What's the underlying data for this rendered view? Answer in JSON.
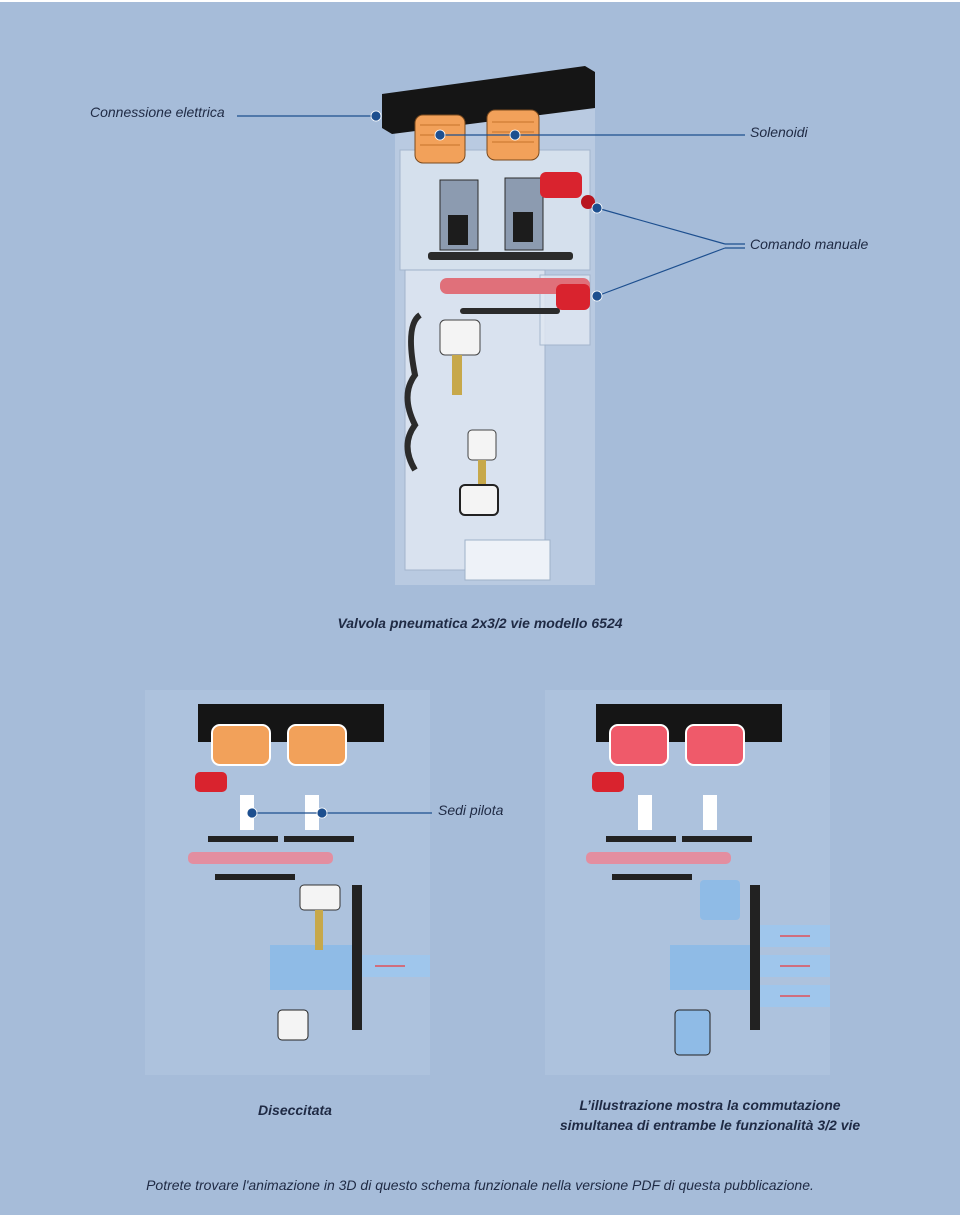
{
  "callouts": {
    "electrical_connection": "Connessione elettrica",
    "solenoids": "Solenoidi",
    "manual_override": "Comando manuale",
    "pilot_seats": "Sedi pilota"
  },
  "captions": {
    "main_title": "Valvola pneumatica 2x3/2 vie modello 6524",
    "left_state": "Diseccitata",
    "right_state_line1": "L’illustrazione mostra la commutazione",
    "right_state_line2": "simultanea di entrambe le funzionalità 3/2 vie"
  },
  "footnote": "Potrete trovare l'animazione in 3D di questo schema funzionale nella versione PDF di questa pubblicazione.",
  "colors": {
    "background": "#a6bcd9",
    "leader_line": "#1d4f8f",
    "solenoid_orange": "#f2a15a",
    "solenoid_red": "#ef5a6a",
    "manual_red": "#d9232e",
    "air_blue": "#7fb8e6"
  }
}
